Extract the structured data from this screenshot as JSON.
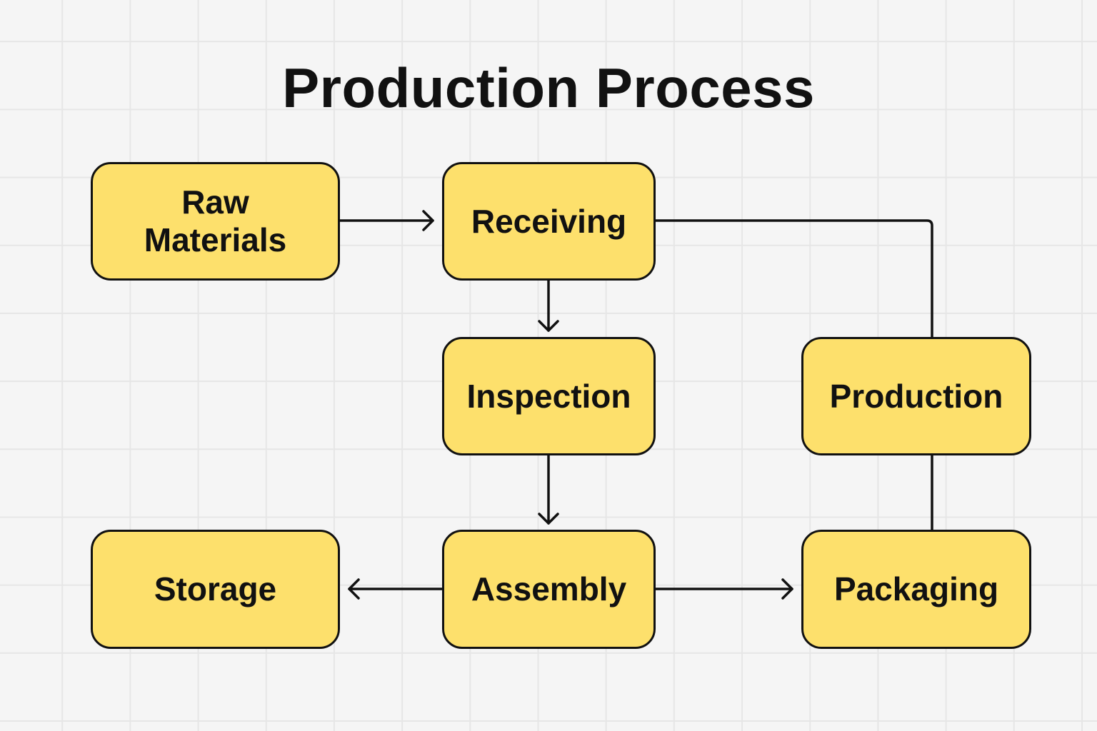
{
  "title": "Production Process",
  "colors": {
    "node_fill": "#fde06c",
    "node_border": "#111111",
    "line": "#111111",
    "background": "#f5f5f5",
    "grid": "#e6e6e6"
  },
  "nodes": {
    "raw_materials": {
      "line1": "Raw",
      "line2": "Materials"
    },
    "receiving": {
      "label": "Receiving"
    },
    "inspection": {
      "label": "Inspection"
    },
    "production": {
      "label": "Production"
    },
    "storage": {
      "label": "Storage"
    },
    "assembly": {
      "label": "Assembly"
    },
    "packaging": {
      "label": "Packaging"
    }
  },
  "edges": [
    {
      "from": "Raw Materials",
      "to": "Receiving",
      "arrow": true
    },
    {
      "from": "Receiving",
      "to": "Inspection",
      "arrow": true
    },
    {
      "from": "Inspection",
      "to": "Assembly",
      "arrow": true
    },
    {
      "from": "Assembly",
      "to": "Storage",
      "arrow": true
    },
    {
      "from": "Assembly",
      "to": "Packaging",
      "arrow": true
    },
    {
      "from": "Receiving",
      "to": "Production",
      "arrow": false
    },
    {
      "from": "Production",
      "to": "Packaging",
      "arrow": false
    }
  ]
}
